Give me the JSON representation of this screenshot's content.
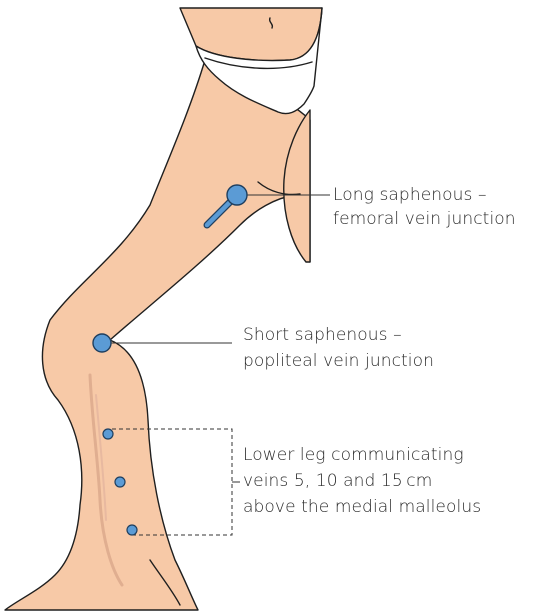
{
  "colors": {
    "skin": "#F7C9A7",
    "skin_shadow": "#E8B192",
    "underwear": "#FFFFFF",
    "outline": "#1F1F1F",
    "vein_marker": "#5B9BD5",
    "vein_marker_stroke": "#1F3F5F",
    "leader_line": "#333333",
    "text": "#2A2A2A"
  },
  "labels": {
    "long_saphenous": {
      "line1": "Long saphenous –",
      "line2": "femoral vein junction"
    },
    "short_saphenous": {
      "line1": "Short saphenous –",
      "line2": "popliteal vein junction"
    },
    "communicating": {
      "line1": "Lower leg communicating",
      "line2": "veins 5, 10 and 15 cm",
      "line3": "above the medial malleolus"
    }
  },
  "markers": [
    {
      "name": "long-saphenous-femoral-junction-marker",
      "kind": "junction"
    },
    {
      "name": "short-saphenous-popliteal-junction-marker",
      "kind": "junction"
    },
    {
      "name": "communicating-vein-15cm-marker",
      "kind": "perforator"
    },
    {
      "name": "communicating-vein-10cm-marker",
      "kind": "perforator"
    },
    {
      "name": "communicating-vein-5cm-marker",
      "kind": "perforator"
    }
  ]
}
